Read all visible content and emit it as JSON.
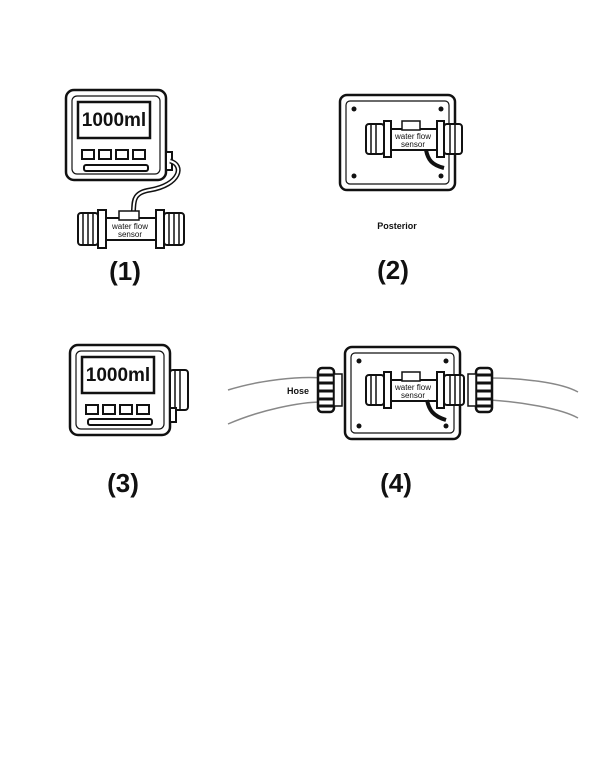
{
  "figure1": {
    "display": "1000ml",
    "sensor_line1": "water flow",
    "sensor_line2": "sensor",
    "label": "(1)"
  },
  "figure2": {
    "sensor_line1": "water flow",
    "sensor_line2": "sensor",
    "caption": "Posterior",
    "label": "(2)"
  },
  "figure3": {
    "display": "1000ml",
    "label": "(3)"
  },
  "figure4": {
    "hose_label": "Hose",
    "sensor_line1": "water flow",
    "sensor_line2": "sensor",
    "label": "(4)"
  }
}
